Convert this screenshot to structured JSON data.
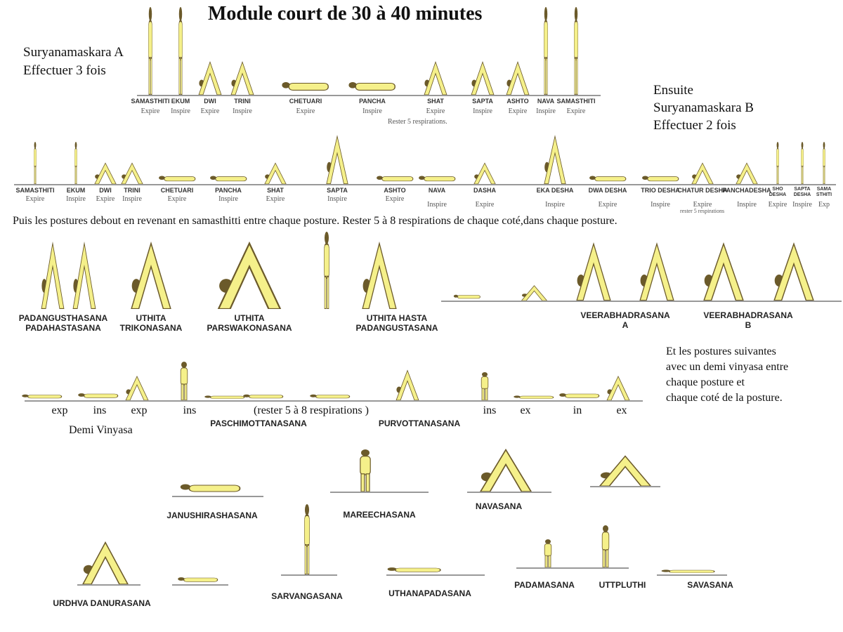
{
  "title": "Module court de 30 à 40 minutes",
  "sun_a": {
    "line1": "Suryanamaskara A",
    "line2": "Effectuer 3 fois",
    "poses": [
      "SAMASTHITI",
      "EKUM",
      "DWI",
      "TRINI",
      "CHETUARI",
      "PANCHA",
      "SHAT",
      "SAPTA",
      "ASHTO",
      "NAVA",
      "SAMASTHITI"
    ],
    "breaths": [
      "Expire",
      "Inspire",
      "Expire",
      "Inspire",
      "Expire",
      "Inspire",
      "Expire",
      "Inspire",
      "Expire",
      "Inspire",
      "Expire"
    ],
    "note": "Rester 5 respirations."
  },
  "sun_b": {
    "line1": "Ensuite",
    "line2": "Suryanamaskara B",
    "line3": "Effectuer 2 fois",
    "poses": [
      "SAMASTHITI",
      "EKUM",
      "DWI",
      "TRINI",
      "CHETUARI",
      "PANCHA",
      "SHAT",
      "SAPTA",
      "ASHTO",
      "NAVA",
      "DASHA",
      "EKA DESHA",
      "DWA DESHA",
      "TRIO DESHA",
      "CHATUR DESHA",
      "PANCHADESHA",
      "SHO DESHA",
      "SAPTA DESHA",
      "SAMA STHITI"
    ],
    "breaths": [
      "Expire",
      "Inspire",
      "Expire",
      "Inspire",
      "Expire",
      "Inspire",
      "Expire",
      "Inspire",
      "Expire",
      "Inspire",
      "Expire",
      "Inspire",
      "Expire",
      "Inspire",
      "Expire",
      "Inspire",
      "Expire",
      "Inspire",
      "Exp"
    ],
    "note": "rester 5 respirations"
  },
  "standing": {
    "intro": "Puis les postures debout en revenant en samasthitti entre chaque posture. Rester 5 à 8 respirations de chaque coté,dans chaque posture.",
    "poses": [
      "PADANGUSTHASANA",
      "PADAHASTASANA",
      "UTHITA",
      "TRIKONASANA",
      "UTHITA",
      "PARSWAKONASANA",
      "UTHITA HASTA",
      "PADANGUSTASANA",
      "VEERABHADRASANA",
      "A",
      "VEERABHADRASANA",
      "B"
    ]
  },
  "seated": {
    "intro1": "Et les postures suivantes",
    "intro2": "avec un demi vinyasa entre",
    "intro3": "chaque posture et",
    "intro4": "chaque coté de la posture.",
    "breaths": [
      "exp",
      "ins",
      "exp",
      "ins",
      "(rester 5 à 8 respirations )",
      "ins",
      "ex",
      "in",
      "ex"
    ],
    "demi": "Demi Vinyasa",
    "poses": [
      "PASCHIMOTTANASANA",
      "PURVOTTANASANA"
    ]
  },
  "finishing": {
    "poses": [
      "JANUSHIRASHASANA",
      "MAREECHASANA",
      "NAVASANA",
      "URDHVA DANURASANA",
      "SARVANGASANA",
      "UTHANAPADASANA",
      "PADAMASANA",
      "UTTPLUTHI",
      "SAVASANA"
    ]
  },
  "colors": {
    "figure": "#f5f08a",
    "outline": "#6b5a2a"
  }
}
